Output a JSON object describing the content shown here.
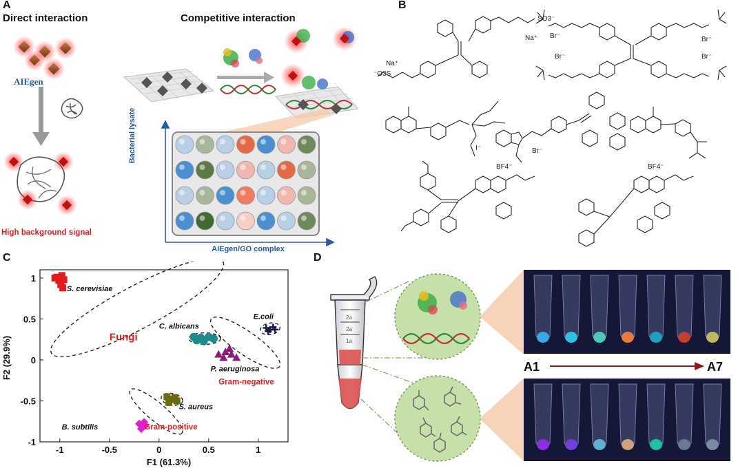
{
  "panel_labels": {
    "a": "A",
    "b": "B",
    "c": "C",
    "d": "D"
  },
  "panel_a": {
    "direct_title": "Direct interaction",
    "competitive_title": "Competitive interaction",
    "aiegen_label": "AIEgen",
    "high_bg_label": "High background signal",
    "y_axis_label": "Bacterial lysate",
    "x_axis_label": "AIEgen/GO complex",
    "well_colors": [
      [
        "#b9cfe6",
        "#a8b69a",
        "#b9cfe6",
        "#e46a45",
        "#4b8fd1",
        "#f0b7b0",
        "#6e8a5c"
      ],
      [
        "#4b8fd1",
        "#5d7a45",
        "#b9cfe6",
        "#f0b7b0",
        "#b9cfe6",
        "#e46a45",
        "#a8b69a"
      ],
      [
        "#b9cfe6",
        "#a8b69a",
        "#4b8fd1",
        "#ef7c62",
        "#b9cfe6",
        "#f0b7b0",
        "#a8b69a"
      ],
      [
        "#4b8fd1",
        "#3f6a30",
        "#b9cfe6",
        "#f3cfc6",
        "#4b8fd1",
        "#b9cfe6",
        "#6e8a5c"
      ]
    ]
  },
  "panel_b": {
    "ions": [
      "SO3⁻",
      "Na⁺",
      "Na⁺",
      "⁻O3S",
      "Br⁻",
      "Br⁻",
      "Br⁻",
      "Br⁻",
      "I⁻",
      "Br⁻",
      "BF4⁻",
      "BF4⁻"
    ]
  },
  "panel_c": {
    "chart_data": {
      "type": "scatter",
      "xlabel": "F1 (61.3%)",
      "ylabel": "F2 (29.9%)",
      "xlim": [
        -1.2,
        1.3
      ],
      "ylim": [
        -1,
        1.1
      ],
      "xticks": [
        -1,
        -0.5,
        0,
        0.5,
        1
      ],
      "xtick_labels": [
        "-1",
        "-0.5",
        "0",
        "0.5",
        "1"
      ],
      "yticks": [
        -1,
        -0.5,
        0,
        0.5,
        1
      ],
      "ytick_labels": [
        "-1",
        "-0.5",
        "0",
        "0.5",
        "1"
      ],
      "series": [
        {
          "name": "S. cerevisiae",
          "color": "#e51b1b",
          "marker": "square",
          "points": [
            [
              -1.03,
              1.01
            ],
            [
              -0.98,
              1.03
            ],
            [
              -0.96,
              0.98
            ],
            [
              -1.01,
              0.97
            ],
            [
              -0.97,
              0.88
            ],
            [
              -1.05,
              1.0
            ],
            [
              -0.99,
              0.92
            ]
          ]
        },
        {
          "name": "C. albicans",
          "color": "#1f8c8c",
          "marker": "circle",
          "points": [
            [
              0.35,
              0.28
            ],
            [
              0.42,
              0.27
            ],
            [
              0.5,
              0.28
            ],
            [
              0.45,
              0.23
            ],
            [
              0.38,
              0.24
            ],
            [
              0.55,
              0.26
            ]
          ]
        },
        {
          "name": "E.coli",
          "color": "#1a1a4a",
          "marker": "cross",
          "points": [
            [
              1.08,
              0.39
            ],
            [
              1.12,
              0.37
            ],
            [
              1.15,
              0.4
            ],
            [
              1.1,
              0.35
            ],
            [
              1.17,
              0.37
            ]
          ]
        },
        {
          "name": "P. aeruginosa",
          "color": "#8b1a7a",
          "marker": "triangle",
          "points": [
            [
              0.6,
              0.07
            ],
            [
              0.67,
              0.1
            ],
            [
              0.73,
              0.07
            ],
            [
              0.78,
              0.03
            ],
            [
              0.65,
              0.03
            ],
            [
              0.71,
              0.14
            ]
          ]
        },
        {
          "name": "S. aureus",
          "color": "#6a6a10",
          "marker": "square",
          "points": [
            [
              0.08,
              -0.45
            ],
            [
              0.13,
              -0.48
            ],
            [
              0.16,
              -0.46
            ],
            [
              0.1,
              -0.52
            ],
            [
              0.18,
              -0.5
            ]
          ]
        },
        {
          "name": "B. subtilis",
          "color": "#e020d0",
          "marker": "diamond",
          "points": [
            [
              -0.2,
              -0.78
            ],
            [
              -0.17,
              -0.8
            ],
            [
              -0.15,
              -0.76
            ],
            [
              -0.18,
              -0.84
            ],
            [
              -0.14,
              -0.8
            ]
          ]
        }
      ],
      "annotations": [
        {
          "text": "S. cerevisiae",
          "x": -0.93,
          "y": 0.84,
          "style": "italic"
        },
        {
          "text": "C. albicans",
          "x": 0.0,
          "y": 0.38,
          "style": "italic"
        },
        {
          "text": "E.coli",
          "x": 0.95,
          "y": 0.5,
          "style": "italic"
        },
        {
          "text": "P. aeruginosa",
          "x": 0.52,
          "y": -0.14,
          "style": "italic"
        },
        {
          "text": "S. aureus",
          "x": 0.2,
          "y": -0.6,
          "style": "italic"
        },
        {
          "text": "B. subtilis",
          "x": -0.98,
          "y": -0.85,
          "style": "italic"
        },
        {
          "text": "Fungi",
          "x": -0.5,
          "y": 0.24,
          "style": "red-bold"
        },
        {
          "text": "Gram-negative",
          "x": 0.6,
          "y": -0.3,
          "style": "red-bold"
        },
        {
          "text": "Gram-positive",
          "x": -0.15,
          "y": -0.85,
          "style": "red-bold"
        }
      ],
      "ellipses": [
        {
          "group": "fungi",
          "cx": -0.22,
          "cy": 0.64,
          "rx": 0.98,
          "ry": 0.26,
          "angle": -28
        },
        {
          "group": "c-albicans",
          "cx": 0.46,
          "cy": 0.26,
          "rx": 0.16,
          "ry": 0.07,
          "angle": 0
        },
        {
          "group": "e-coli",
          "cx": 1.12,
          "cy": 0.38,
          "rx": 0.1,
          "ry": 0.07,
          "angle": -10
        },
        {
          "group": "gram-negative",
          "cx": 0.87,
          "cy": 0.21,
          "rx": 0.42,
          "ry": 0.14,
          "angle": 35
        },
        {
          "group": "s-aureus",
          "cx": 0.13,
          "cy": -0.48,
          "rx": 0.11,
          "ry": 0.07,
          "angle": 10
        },
        {
          "group": "gram-positive",
          "cx": -0.03,
          "cy": -0.63,
          "rx": 0.34,
          "ry": 0.11,
          "angle": 40
        }
      ]
    }
  },
  "panel_d": {
    "tube_marks": [
      "2a",
      "2a",
      "1a"
    ],
    "arrow_start": "A1",
    "arrow_end": "A7",
    "top_tube_colors": [
      "#3aa8e8",
      "#2fc0e0",
      "#4cc8b8",
      "#e87a40",
      "#1fa0c0",
      "#c04030",
      "#c0b860"
    ],
    "bottom_tube_colors": [
      "#8a30e0",
      "#7040d8",
      "#60b0d0",
      "#d0a080",
      "#20c0a0",
      "#6a7a90",
      "#7a8aa0"
    ]
  }
}
